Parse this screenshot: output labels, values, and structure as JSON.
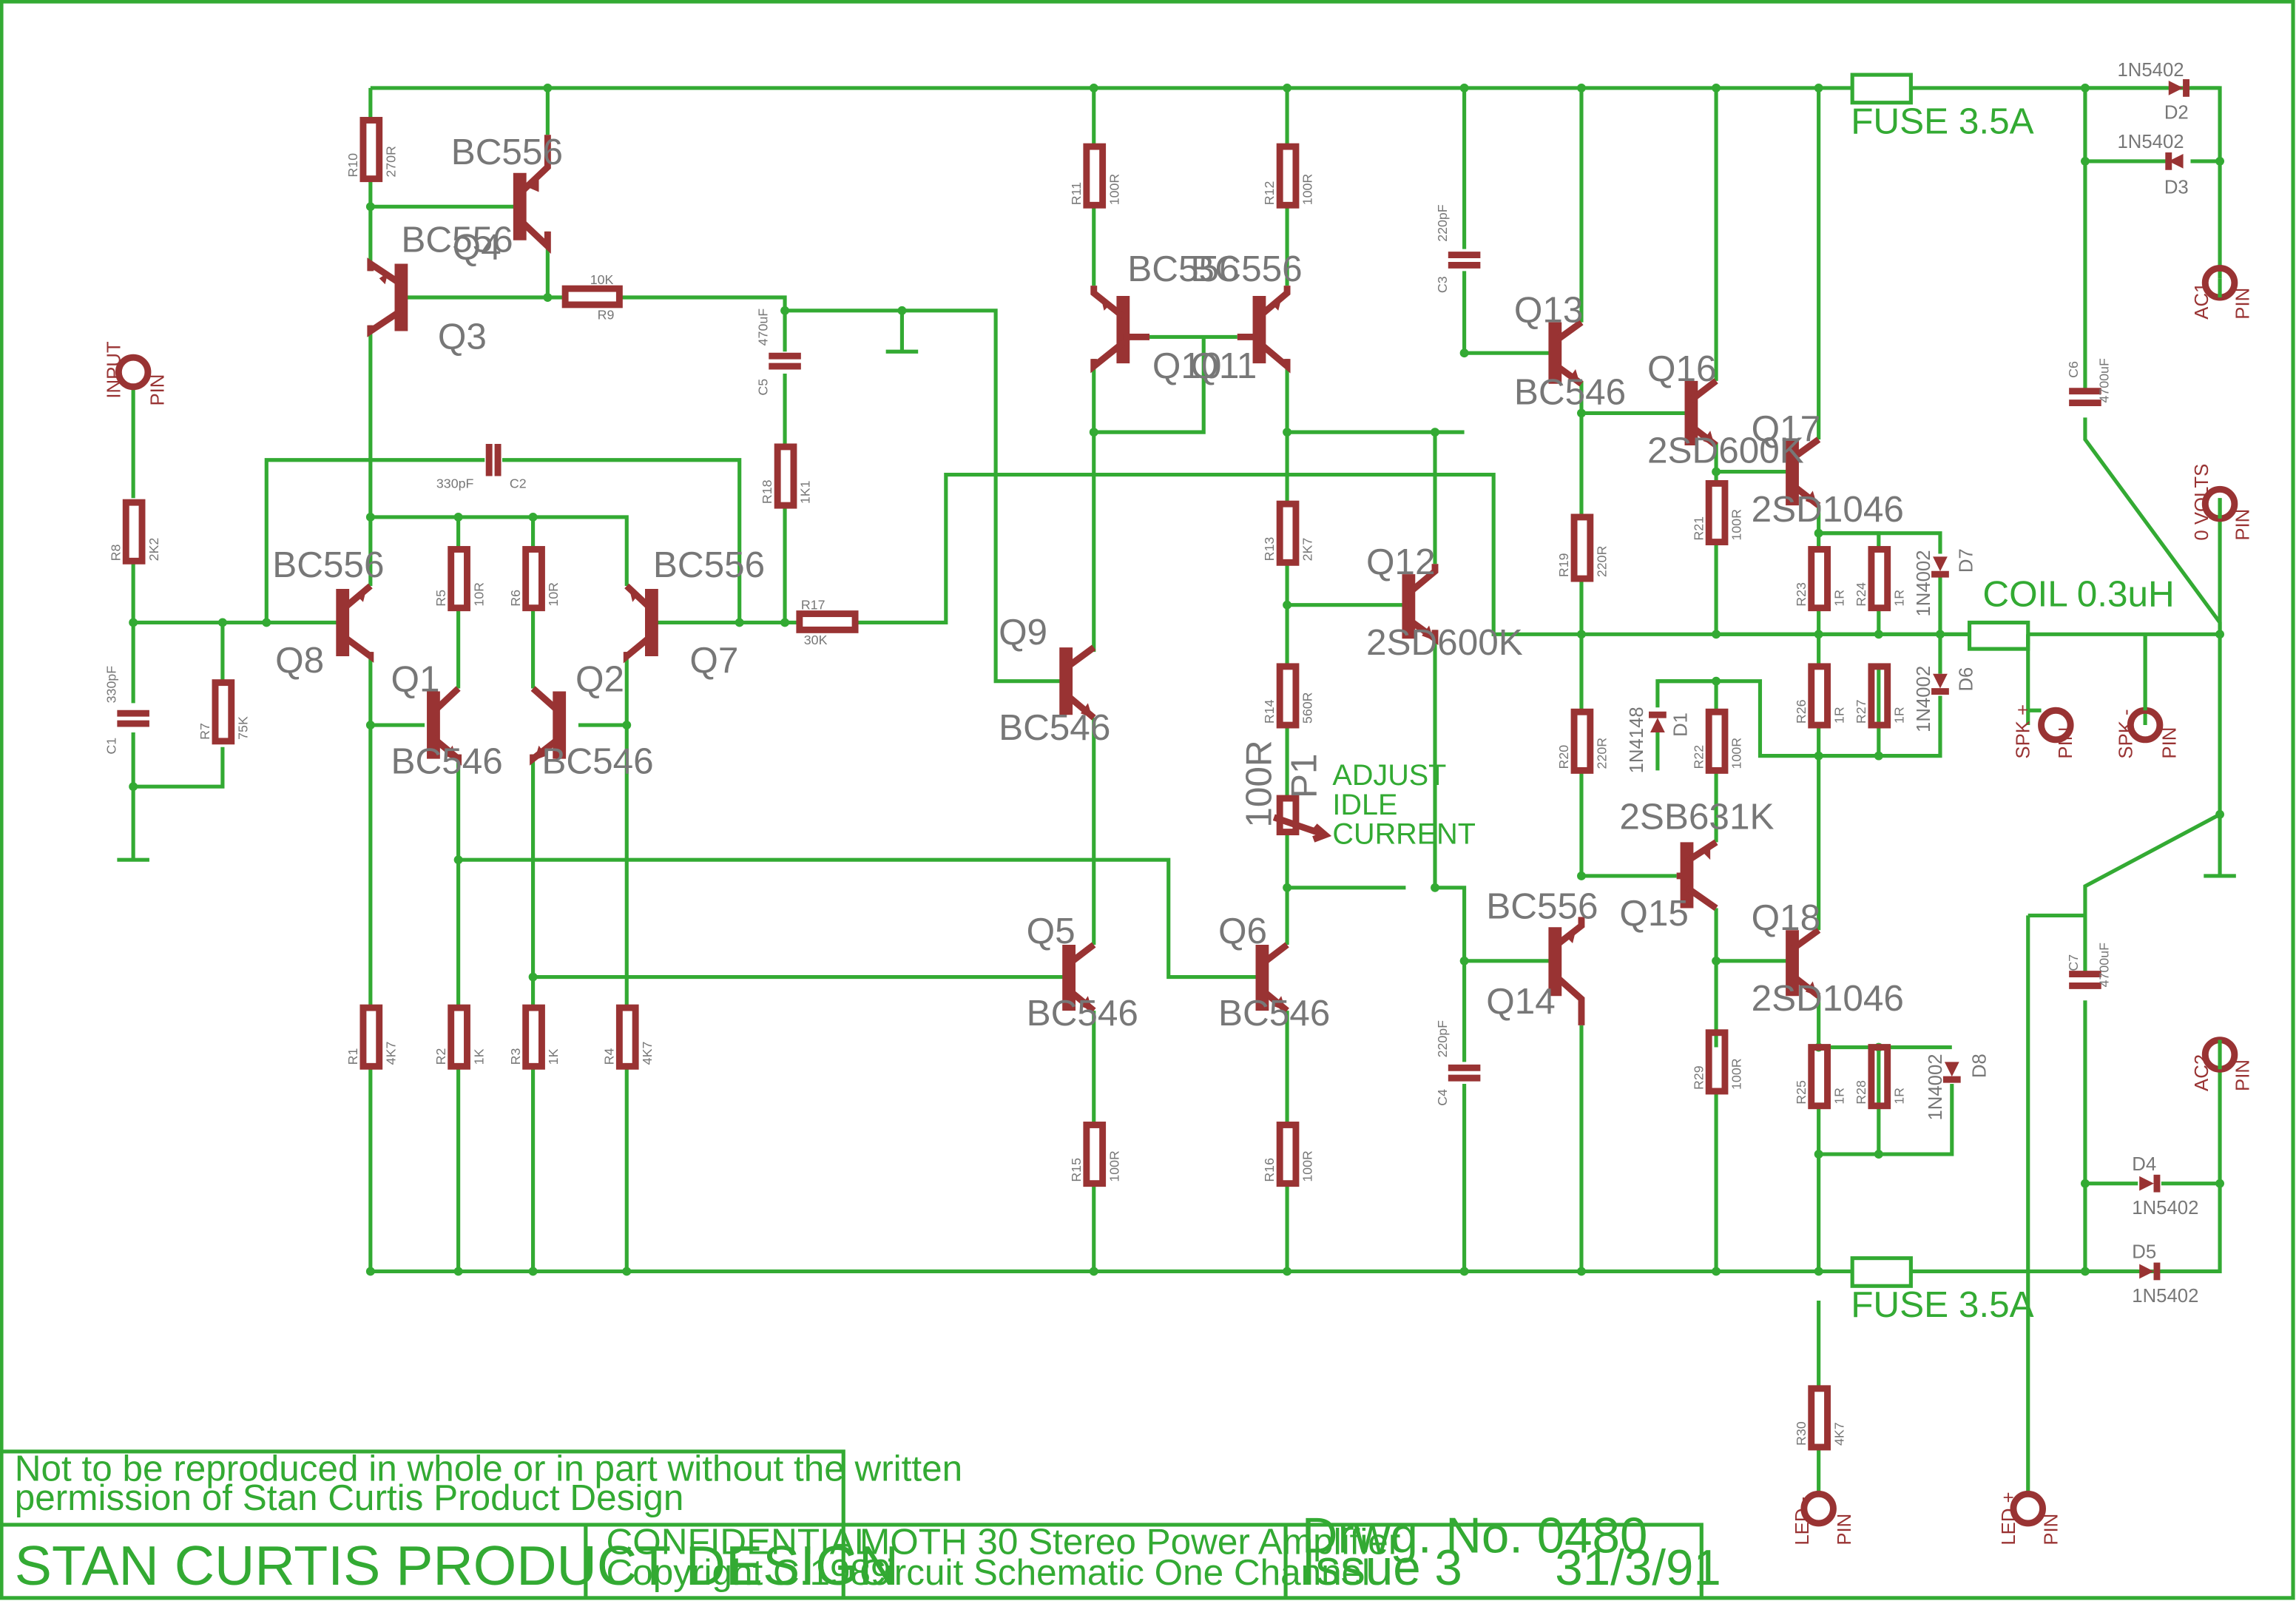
{
  "transistors": [
    {
      "ref": "Q1",
      "part": "BC546"
    },
    {
      "ref": "Q2",
      "part": "BC546"
    },
    {
      "ref": "Q3",
      "part": "BC556"
    },
    {
      "ref": "Q4",
      "part": "BC556"
    },
    {
      "ref": "Q5",
      "part": "BC546"
    },
    {
      "ref": "Q6",
      "part": "BC546"
    },
    {
      "ref": "Q7",
      "part": "BC556"
    },
    {
      "ref": "Q8",
      "part": "BC556"
    },
    {
      "ref": "Q9",
      "part": "BC546"
    },
    {
      "ref": "Q10",
      "part": "BC556"
    },
    {
      "ref": "Q11",
      "part": "BC556"
    },
    {
      "ref": "Q12",
      "part": "2SD600K"
    },
    {
      "ref": "Q13",
      "part": "BC546"
    },
    {
      "ref": "Q14",
      "part": "BC556"
    },
    {
      "ref": "Q15",
      "part": "2SB631K"
    },
    {
      "ref": "Q16",
      "part": "2SD600K"
    },
    {
      "ref": "Q17",
      "part": "2SD1046"
    },
    {
      "ref": "Q18",
      "part": "2SD1046"
    }
  ],
  "resistors": [
    {
      "ref": "R1",
      "value": "4K7"
    },
    {
      "ref": "R2",
      "value": "1K"
    },
    {
      "ref": "R3",
      "value": "1K"
    },
    {
      "ref": "R4",
      "value": "4K7"
    },
    {
      "ref": "R5",
      "value": "10R"
    },
    {
      "ref": "R6",
      "value": "10R"
    },
    {
      "ref": "R7",
      "value": "75K"
    },
    {
      "ref": "R8",
      "value": "2K2"
    },
    {
      "ref": "R9",
      "value": "10K"
    },
    {
      "ref": "R10",
      "value": "270R"
    },
    {
      "ref": "R11",
      "value": "100R"
    },
    {
      "ref": "R12",
      "value": "100R"
    },
    {
      "ref": "R13",
      "value": "2K7"
    },
    {
      "ref": "R14",
      "value": "560R"
    },
    {
      "ref": "R15",
      "value": "100R"
    },
    {
      "ref": "R16",
      "value": "100R"
    },
    {
      "ref": "R17",
      "value": "30K"
    },
    {
      "ref": "R18",
      "value": "1K1"
    },
    {
      "ref": "R19",
      "value": "220R"
    },
    {
      "ref": "R20",
      "value": "220R"
    },
    {
      "ref": "R21",
      "value": "100R"
    },
    {
      "ref": "R22",
      "value": "100R"
    },
    {
      "ref": "R23",
      "value": "1R"
    },
    {
      "ref": "R24",
      "value": "1R"
    },
    {
      "ref": "R25",
      "value": "1R"
    },
    {
      "ref": "R26",
      "value": "1R"
    },
    {
      "ref": "R27",
      "value": "1R"
    },
    {
      "ref": "R28",
      "value": "1R"
    },
    {
      "ref": "R29",
      "value": "100R"
    },
    {
      "ref": "R30",
      "value": "4K7"
    }
  ],
  "capacitors": [
    {
      "ref": "C1",
      "value": "330pF"
    },
    {
      "ref": "C2",
      "value": "330pF"
    },
    {
      "ref": "C3",
      "value": "220pF"
    },
    {
      "ref": "C4",
      "value": "220pF"
    },
    {
      "ref": "C5",
      "value": "470uF"
    },
    {
      "ref": "C6",
      "value": "4700uF"
    },
    {
      "ref": "C7",
      "value": "4700uF"
    }
  ],
  "diodes": [
    {
      "ref": "D1",
      "part": "1N4148"
    },
    {
      "ref": "D2",
      "part": "1N5402"
    },
    {
      "ref": "D3",
      "part": "1N5402"
    },
    {
      "ref": "D4",
      "part": "1N5402"
    },
    {
      "ref": "D5",
      "part": "1N5402"
    },
    {
      "ref": "D6",
      "part": "1N4002"
    },
    {
      "ref": "D7",
      "part": "1N4002"
    },
    {
      "ref": "D8",
      "part": "1N4002"
    }
  ],
  "pot": {
    "ref": "P1",
    "value": "100R",
    "label": [
      "ADJUST",
      "IDLE",
      "CURRENT"
    ]
  },
  "coil": "COIL 0.3uH",
  "fuse": "FUSE 3.5A",
  "connectors": [
    {
      "name": "INPUT",
      "type": "PIN"
    },
    {
      "name": "AC1",
      "type": "PIN"
    },
    {
      "name": "0 VOLTS",
      "type": "PIN"
    },
    {
      "name": "SPK +",
      "type": "PIN"
    },
    {
      "name": "SPK -",
      "type": "PIN"
    },
    {
      "name": "AC2",
      "type": "PIN"
    },
    {
      "name": "LED -",
      "type": "PIN"
    },
    {
      "name": "LED +",
      "type": "PIN"
    }
  ],
  "title_block": {
    "notice_1": "Not to be reproduced in whole or in part without the written",
    "notice_2": "permission of Stan Curtis Product Design",
    "company": "STAN CURTIS PRODUCT DESIGN",
    "confidential": "CONFIDENTIAL",
    "copyright": "Copyright C.1989",
    "title_1": "MOTH 30 Stereo Power Amplifier",
    "title_2": "Circuit Schematic One Channel",
    "drawing_no": "Drwg. No. 0480",
    "issue": "Issue 3",
    "date": "31/3/91"
  },
  "colors": {
    "wire": "#33aa33",
    "component": "#993333",
    "value_text": "#777777"
  }
}
